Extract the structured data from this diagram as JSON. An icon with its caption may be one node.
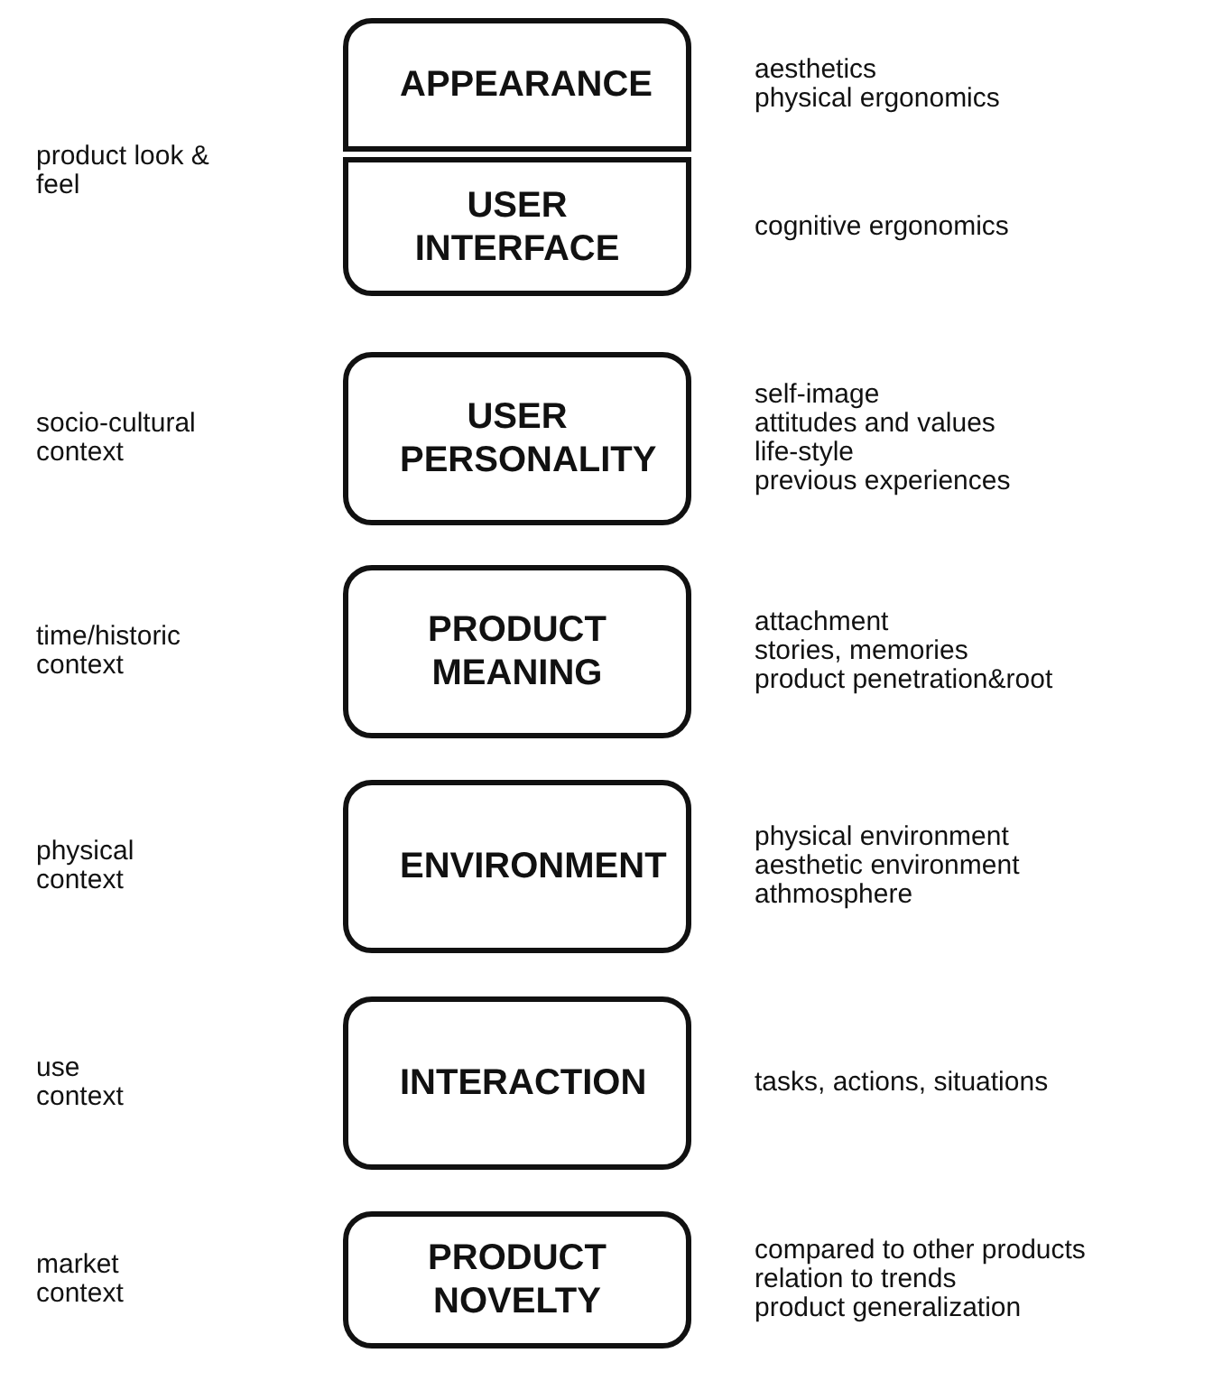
{
  "diagram": {
    "nodes": [
      {
        "text": [
          "APPEARANCE"
        ],
        "beside": [
          "aesthetics",
          "physical ergonomics"
        ]
      },
      {
        "text": [
          "USER INTERFACE"
        ],
        "beside": [
          "cognitive ergonomics"
        ]
      },
      {
        "text": [
          "USER PERSONALITY"
        ],
        "beside": [
          "self-image",
          "attitudes and values",
          "life-style",
          "previous experiences"
        ]
      },
      {
        "text": [
          "PRODUCT MEANING"
        ],
        "beside": [
          "attachment",
          "stories, memories",
          "product penetration&root"
        ]
      },
      {
        "text": [
          "ENVIRONMENT"
        ],
        "beside": [
          "physical environment",
          "aesthetic environment",
          "athmosphere"
        ]
      },
      {
        "text": [
          "INTERACTION"
        ],
        "beside": [
          "tasks, actions, situations"
        ]
      },
      {
        "text": [
          "PRODUCT NOVELTY"
        ],
        "beside": [
          "compared to other products",
          "relation to trends",
          "product generalization"
        ]
      }
    ],
    "edges": [],
    "labels": [
      "product look & feel",
      "socio-cultural context",
      "time/historic context",
      "physical context",
      "use context",
      "market context"
    ]
  }
}
